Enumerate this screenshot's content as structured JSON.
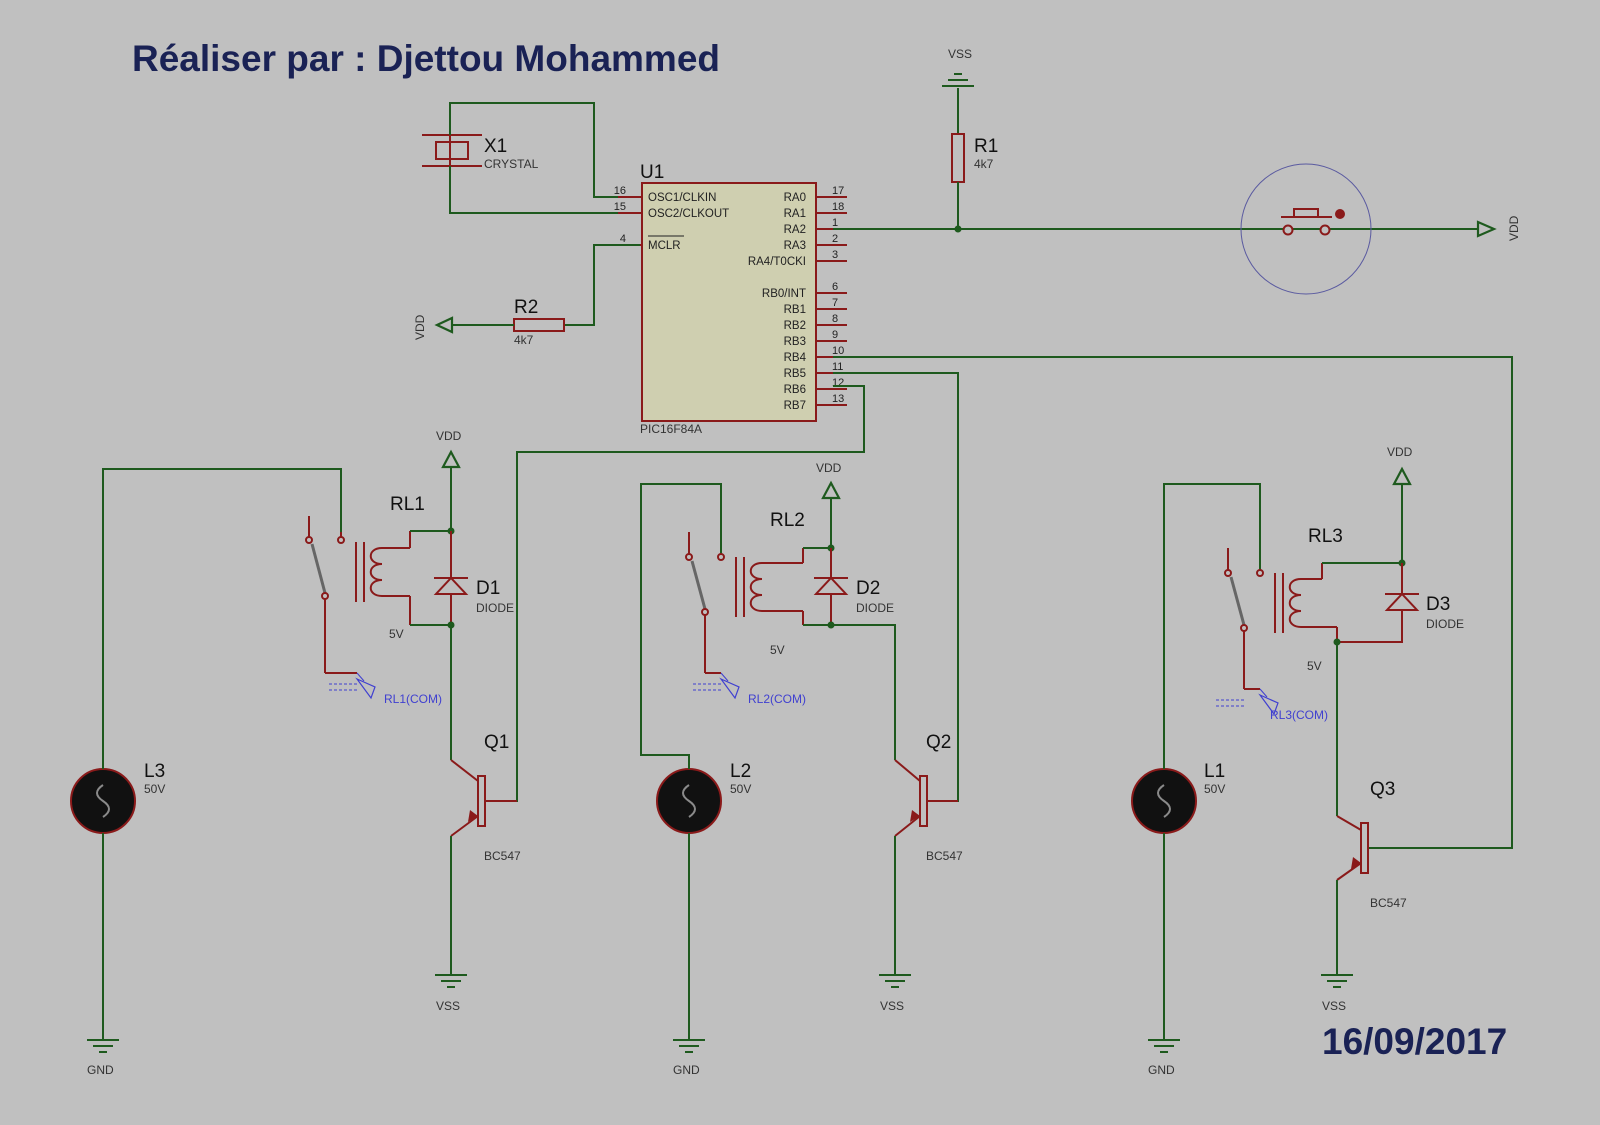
{
  "header": {
    "title": "Réaliser par : Djettou Mohammed",
    "date": "16/09/2017"
  },
  "colors": {
    "background": "#c0c0c0",
    "wire": "#1e5a1e",
    "part": "#8a1a1a",
    "ic_body": "#cfcfb0",
    "title": "#1a2255",
    "probe_label": "#4040d0"
  },
  "u1": {
    "ref": "U1",
    "part": "PIC16F84A",
    "left_pins": [
      {
        "num": "16",
        "name": "OSC1/CLKIN"
      },
      {
        "num": "15",
        "name": "OSC2/CLKOUT"
      },
      {
        "num": "4",
        "name": "MCLR"
      }
    ],
    "right_pins": [
      {
        "num": "17",
        "name": "RA0"
      },
      {
        "num": "18",
        "name": "RA1"
      },
      {
        "num": "1",
        "name": "RA2"
      },
      {
        "num": "2",
        "name": "RA3"
      },
      {
        "num": "3",
        "name": "RA4/T0CKI"
      },
      {
        "num": "6",
        "name": "RB0/INT"
      },
      {
        "num": "7",
        "name": "RB1"
      },
      {
        "num": "8",
        "name": "RB2"
      },
      {
        "num": "9",
        "name": "RB3"
      },
      {
        "num": "10",
        "name": "RB4"
      },
      {
        "num": "11",
        "name": "RB5"
      },
      {
        "num": "12",
        "name": "RB6"
      },
      {
        "num": "13",
        "name": "RB7"
      }
    ]
  },
  "x1": {
    "ref": "X1",
    "value": "CRYSTAL"
  },
  "r1": {
    "ref": "R1",
    "value": "4k7"
  },
  "r2": {
    "ref": "R2",
    "value": "4k7"
  },
  "power": {
    "vdd": "VDD",
    "vss": "VSS",
    "gnd": "GND"
  },
  "channels": [
    {
      "relay": "RL1",
      "relay_value": "5V",
      "diode": "D1",
      "diode_value": "DIODE",
      "transistor": "Q1",
      "transistor_value": "BC547",
      "lamp": "L3",
      "lamp_value": "50V",
      "com": "RL1(COM)"
    },
    {
      "relay": "RL2",
      "relay_value": "5V",
      "diode": "D2",
      "diode_value": "DIODE",
      "transistor": "Q2",
      "transistor_value": "BC547",
      "lamp": "L2",
      "lamp_value": "50V",
      "com": "RL2(COM)"
    },
    {
      "relay": "RL3",
      "relay_value": "5V",
      "diode": "D3",
      "diode_value": "DIODE",
      "transistor": "Q3",
      "transistor_value": "BC547",
      "lamp": "L1",
      "lamp_value": "50V",
      "com": "RL3(COM)"
    }
  ]
}
